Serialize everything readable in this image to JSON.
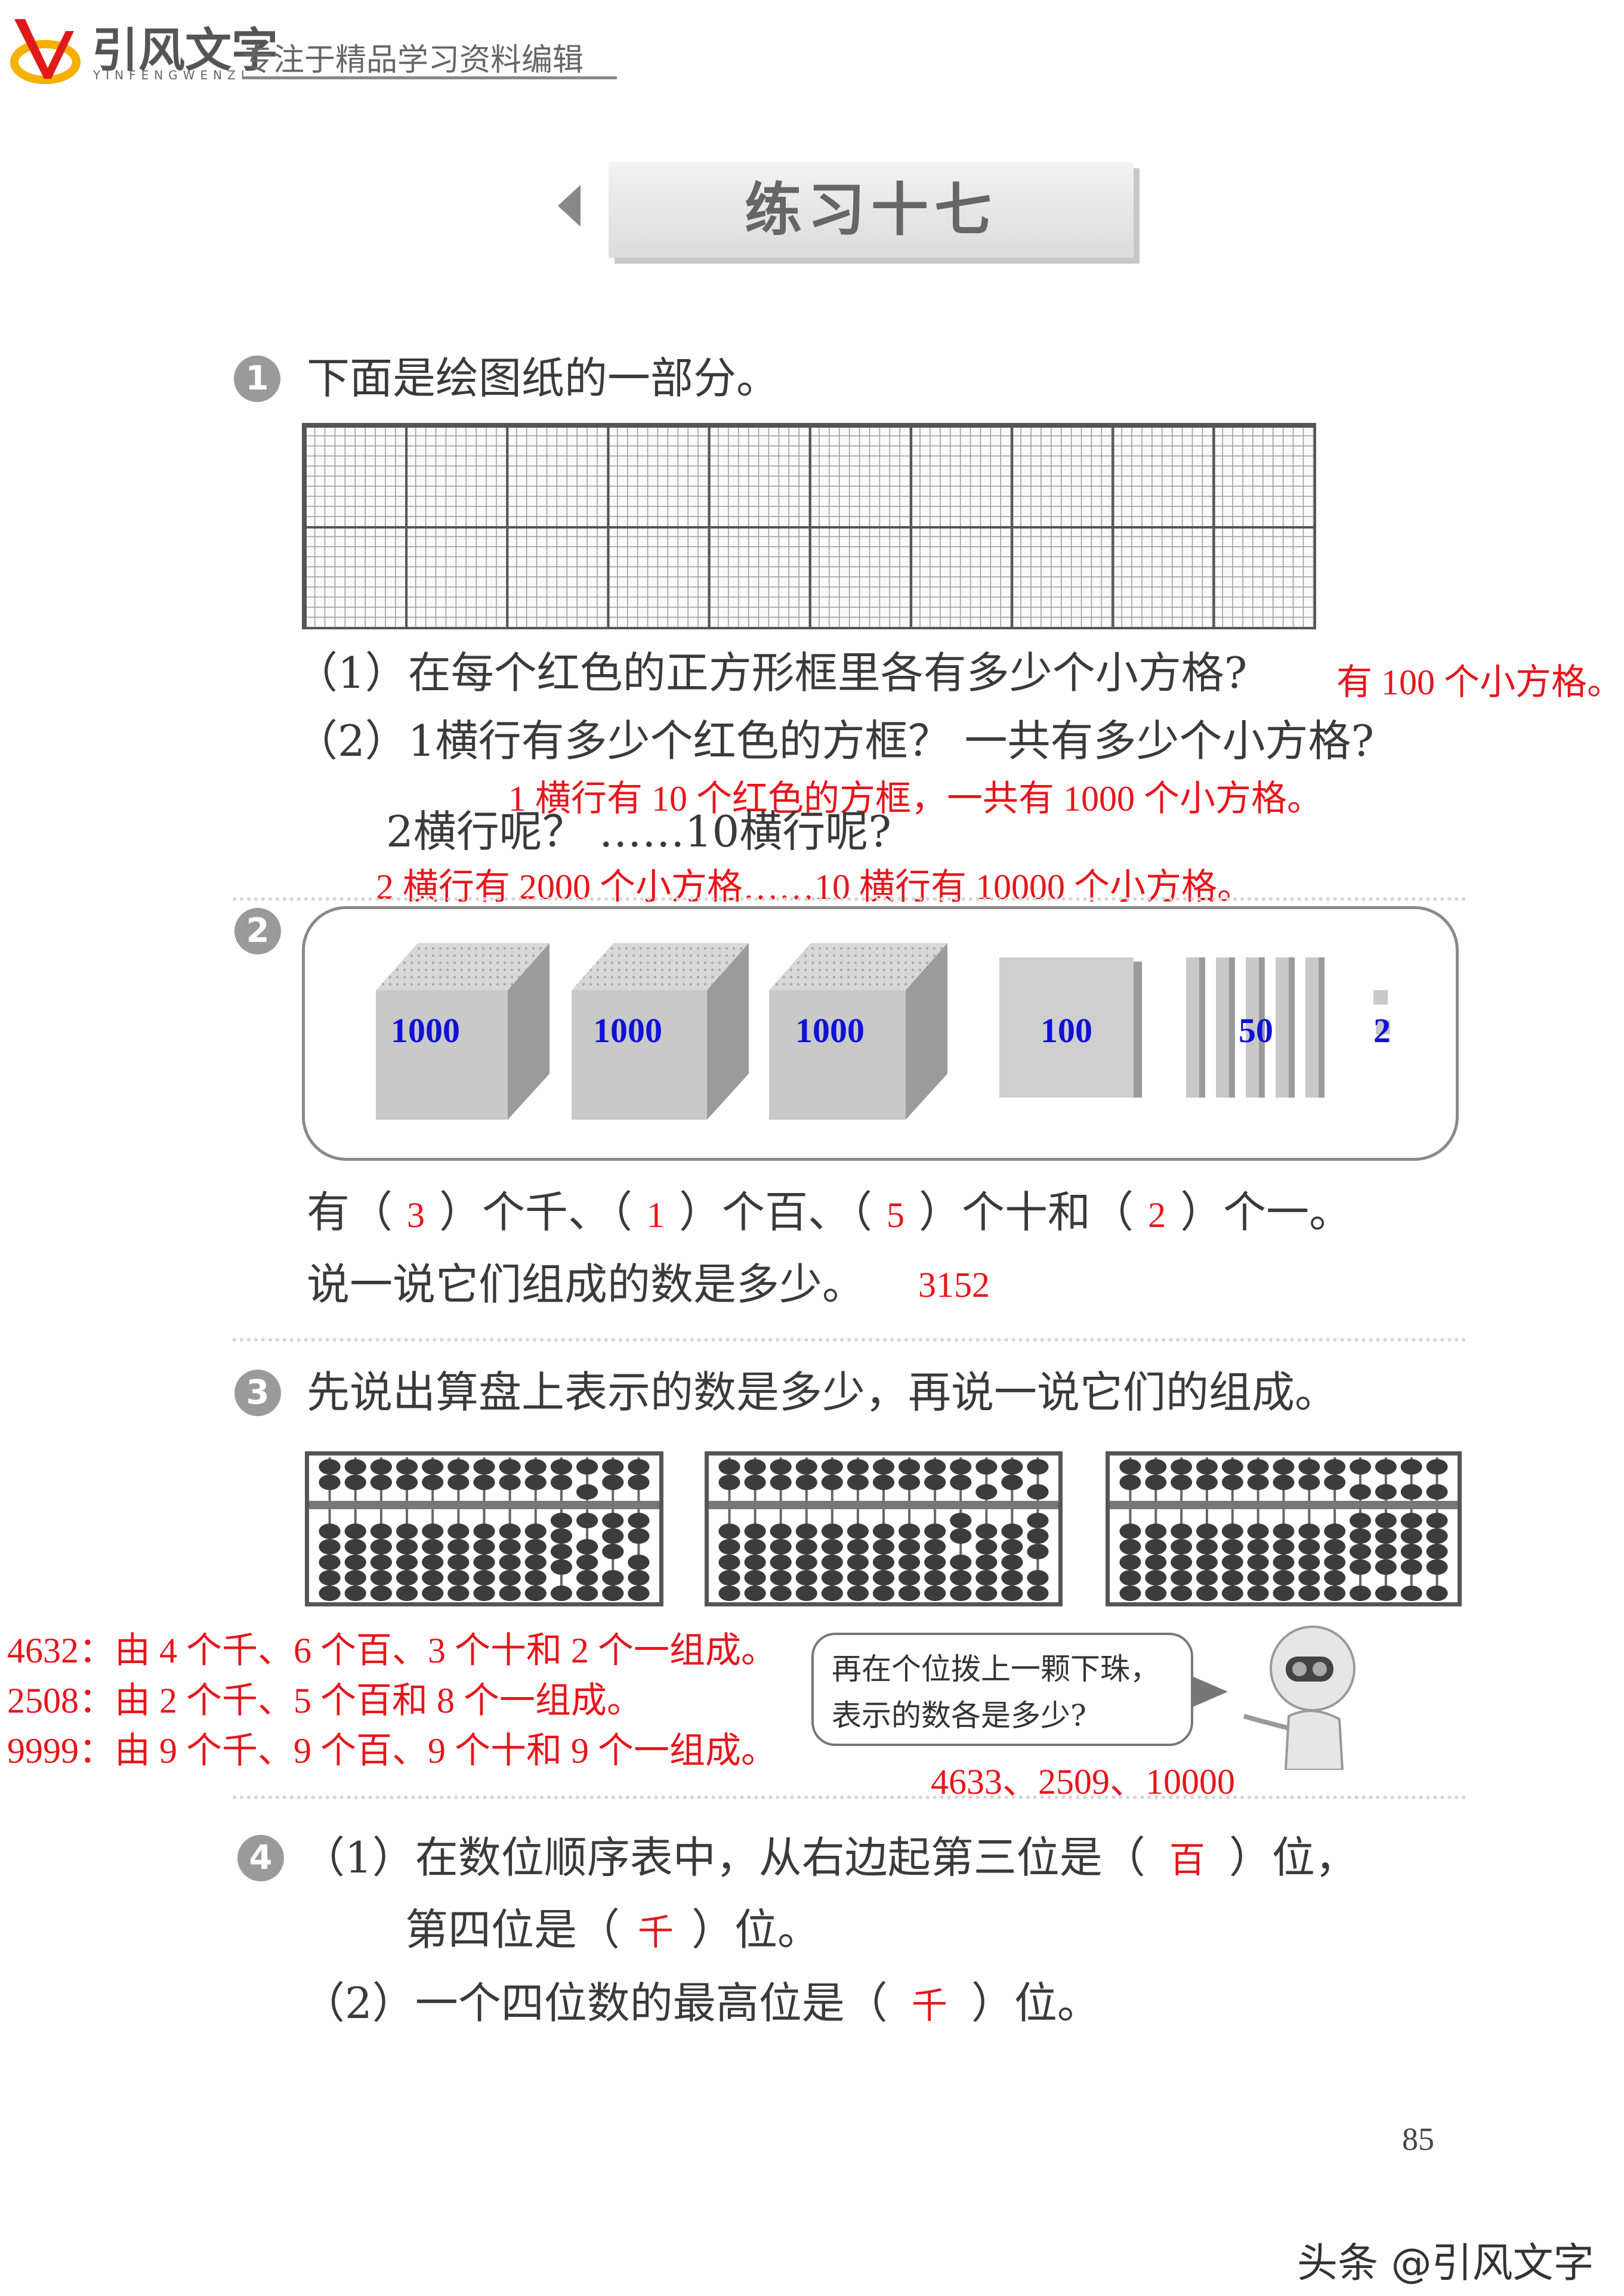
{
  "header": {
    "logo_text": "引风文字",
    "logo_sub": "YINFENGWENZI",
    "slogan": "专注于精品学习资料编辑"
  },
  "title": "练习十七",
  "q1": {
    "num": "1",
    "prompt": "下面是绘图纸的一部分。",
    "sub1": "（1）在每个红色的正方形框里各有多少个小方格?",
    "sub1_answer": "有 100 个小方格。",
    "sub2": "（2）1横行有多少个红色的方框？ 一共有多少个小方格?",
    "sub2_answer": "1 横行有 10 个红色的方框，一共有 1000 个小方格。",
    "sub2b": "2横行呢？ ……10横行呢?",
    "sub2b_answer": "2 横行有 2000 个小方格……10 横行有 10000 个小方格。"
  },
  "q2": {
    "num": "2",
    "block_labels": [
      "1000",
      "1000",
      "1000",
      "100",
      "50",
      "2"
    ],
    "fill": {
      "p1": "有（",
      "a1": "3",
      "p2": "）个千、（",
      "a2": "1",
      "p3": "）个百、（",
      "a3": "5",
      "p4": "）个十和（",
      "a4": "2",
      "p5": "）个一。"
    },
    "prompt2": "说一说它们组成的数是多少。",
    "answer2": "3152"
  },
  "q3": {
    "num": "3",
    "prompt": "先说出算盘上表示的数是多少，再说一说它们的组成。",
    "abacus_values": [
      4632,
      2508,
      9999
    ],
    "answers": [
      "4632：由 4 个千、6 个百、3 个十和 2 个一组成。",
      "2508：由 2 个千、5 个百和 8 个一组成。",
      "9999：由 9 个千、9 个百、9 个十和 9 个一组成。"
    ],
    "bubble_line1": "再在个位拨上一颗下珠，",
    "bubble_line2": "表示的数各是多少?",
    "bubble_answer": "4633、2509、10000"
  },
  "q4": {
    "num": "4",
    "s1_p1": "（1）在数位顺序表中，从右边起第三位是（",
    "s1_a1": "百",
    "s1_p2": "）位，",
    "s1_p3": "第四位是（",
    "s1_a2": "千",
    "s1_p4": "）位。",
    "s2_p1": "（2）一个四位数的最高位是（",
    "s2_a1": "千",
    "s2_p2": "）位。"
  },
  "page_number": "85",
  "watermark": "头条 @引风文字",
  "colors": {
    "answer": "#e8141b",
    "block_label": "#1010d8",
    "logo_red": "#e01a1a",
    "logo_yellow": "#f5b000"
  }
}
